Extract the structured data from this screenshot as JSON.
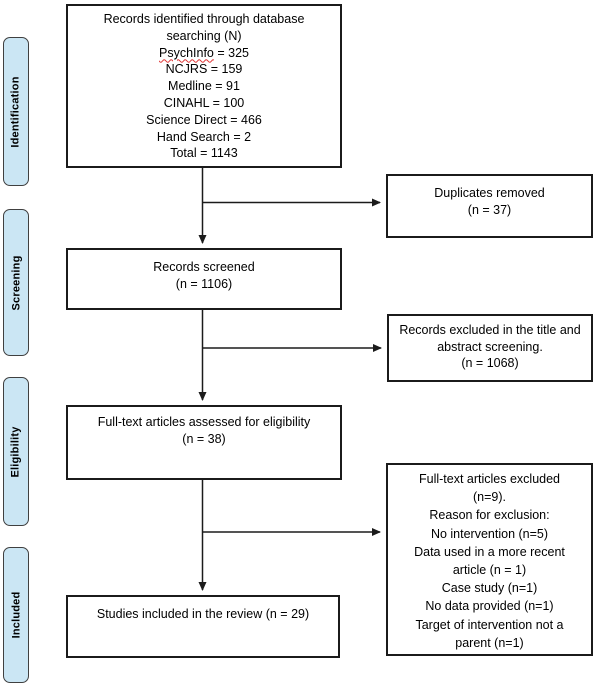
{
  "colors": {
    "background": "#ffffff",
    "text": "#000000",
    "stage_tab_fill": "#cbe6f4",
    "stage_tab_border": "#404040",
    "box_border": "#1b1b1b",
    "connector": "#1b1b1b",
    "misspell_underline": "#e03434"
  },
  "stages": [
    {
      "label": "Identification"
    },
    {
      "label": "Screening"
    },
    {
      "label": "Eligibility"
    },
    {
      "label": "Included"
    }
  ],
  "boxes": {
    "identified": {
      "line1": "Records identified through database",
      "line2": "searching (N)",
      "psychinfo_word": "PsychInfo",
      "psychinfo_rest": " = 325",
      "ncjrs": "NCJRS = 159",
      "medline": "Medline = 91",
      "cinahl": "CINAHL = 100",
      "science_direct": "Science Direct = 466",
      "hand_search": "Hand Search = 2",
      "total": "Total = 1143"
    },
    "duplicates_removed": {
      "line1": "Duplicates removed",
      "line2": "(n = 37)"
    },
    "records_screened": {
      "line1": "Records screened",
      "line2": "(n = 1106)"
    },
    "records_excluded": {
      "line1": "Records excluded in the title and",
      "line2": "abstract screening.",
      "line3": "(n = 1068)"
    },
    "fulltext_assessed": {
      "line1": "Full-text articles assessed for eligibility",
      "line2": "(n = 38)"
    },
    "fulltext_excluded": {
      "lines": [
        "Full-text articles excluded",
        "(n=9).",
        "Reason for exclusion:",
        "No intervention (n=5)",
        "Data used in a more recent",
        "article (n = 1)",
        "Case study (n=1)",
        "No data provided (n=1)",
        "Target of intervention not a",
        "parent (n=1)"
      ]
    },
    "studies_included": {
      "line1": "Studies included in the review (n = 29)"
    }
  }
}
